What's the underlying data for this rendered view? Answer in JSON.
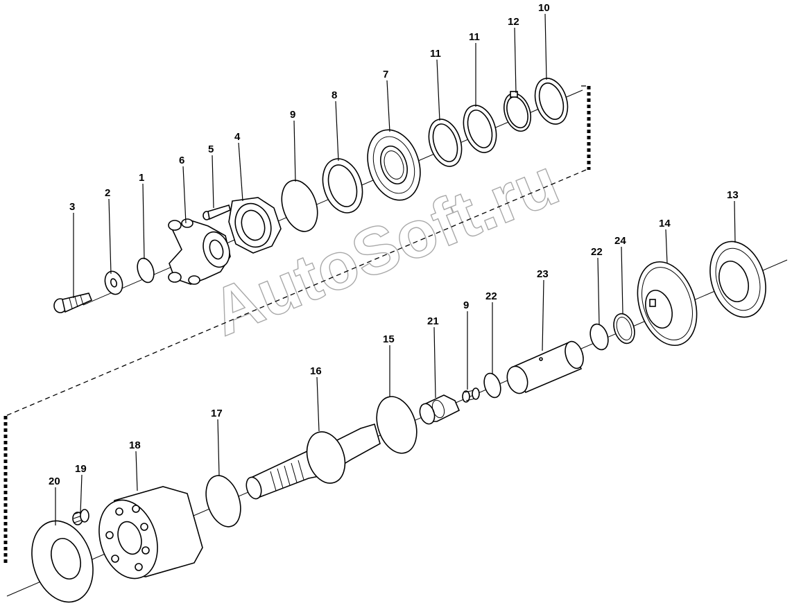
{
  "watermark": "AutoSoft.ru",
  "labels": {
    "l1": "1",
    "l2": "2",
    "l3": "3",
    "l4": "4",
    "l5": "5",
    "l6": "6",
    "l7": "7",
    "l8": "8",
    "l9a": "9",
    "l10": "10",
    "l11a": "11",
    "l11b": "11",
    "l12": "12",
    "l13": "13",
    "l14": "14",
    "l15": "15",
    "l16": "16",
    "l17": "17",
    "l18": "18",
    "l19": "19",
    "l20": "20",
    "l21": "21",
    "l9b": "9",
    "l22a": "22",
    "l22b": "22",
    "l23": "23",
    "l24": "24"
  }
}
